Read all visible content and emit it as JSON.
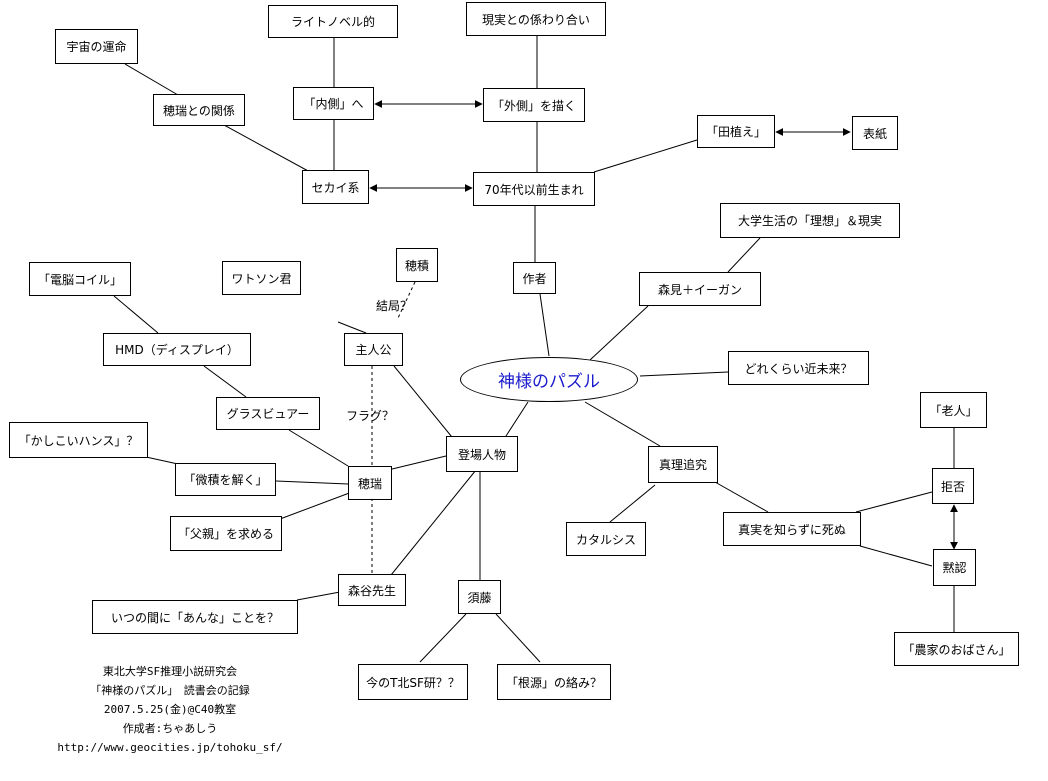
{
  "center": "神様のパズル",
  "nodes": {
    "uchu": "宇宙の運命",
    "hozumi_kankei": "穂瑞との関係",
    "light_novel": "ライトノベル的",
    "uchigawa": "「内側」へ",
    "genjitsu_kakawari": "現実との係わり合い",
    "sotogawa": "「外側」を描く",
    "taue": "「田植え」",
    "hyoshi": "表紙",
    "sekai": "セカイ系",
    "seventies": "70年代以前生まれ",
    "daigaku": "大学生活の「理想」＆現実",
    "sakusha": "作者",
    "morimi": "森見＋イーガン",
    "dennou": "「電脳コイル」",
    "watson": "ワトソン君",
    "hozumi_a": "穂積",
    "hmd": "HMD（ディスプレイ）",
    "shujinko": "主人公",
    "dore": "どれくらい近未来？",
    "glass": "グラスビュアー",
    "kashikoi": "「かしこいハンス」？",
    "tojo": "登場人物",
    "shinri": "真理追究",
    "roujin": "「老人」",
    "bibun": "「微積を解く」",
    "hozumi_b": "穂瑞",
    "kyohi": "拒否",
    "chichi": "「父親」を求める",
    "shinjitsu": "真実を知らずに死ぬ",
    "katarushisu": "カタルシス",
    "mokunin": "黙認",
    "moriya": "森谷先生",
    "sudo": "須藤",
    "itsuno": "いつの間に「あんな」ことを？",
    "noka": "「農家のおばさん」",
    "ima_t": "今のT北SF研？？",
    "kongen": "「根源」の絡み？"
  },
  "annotations": {
    "kekkyoku": "結局？",
    "flag": "フラグ？"
  },
  "credit": [
    "東北大学SF推理小説研究会",
    "「神様のパズル」　読書会の記録",
    "2007.5.25(金)@C40教室",
    "作成者:ちゃあしう",
    "http://www.geocities.jp/tohoku_sf/"
  ],
  "colors": {
    "center_text": "#1a1acc",
    "line": "#000000"
  }
}
